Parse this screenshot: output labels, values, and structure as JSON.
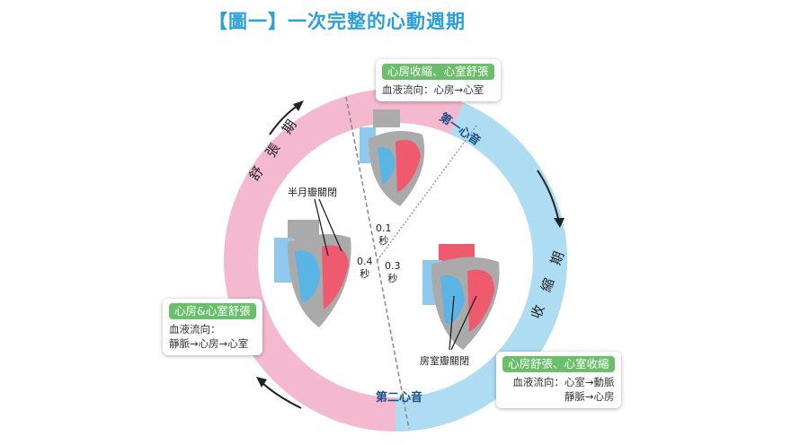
{
  "title": "【圖一】一次完整的心動週期",
  "ring": {
    "diastole": "舒 張 期",
    "systole": "收 縮 期",
    "first_sound": "第一心音",
    "second_sound": "第二心音",
    "pink": "#f4b8cf",
    "blue": "#aedcf2"
  },
  "cards": {
    "top": {
      "tag": "心房收縮、心室舒張",
      "line1": "血液流向：心房→心室"
    },
    "left": {
      "tag": "心房&心室舒張",
      "line1": "血液流向：",
      "line2": "靜脈→心房→心室"
    },
    "right": {
      "tag": "心房舒張、心室收縮",
      "line1": "血液流向：心室→動脈",
      "line2": "靜脈→心房"
    }
  },
  "labels": {
    "semilunar": "半月瓣關閉",
    "av": "房室瓣關閉",
    "t01": "0.1",
    "t03": "0.3",
    "t04": "0.4",
    "sec": "秒"
  }
}
